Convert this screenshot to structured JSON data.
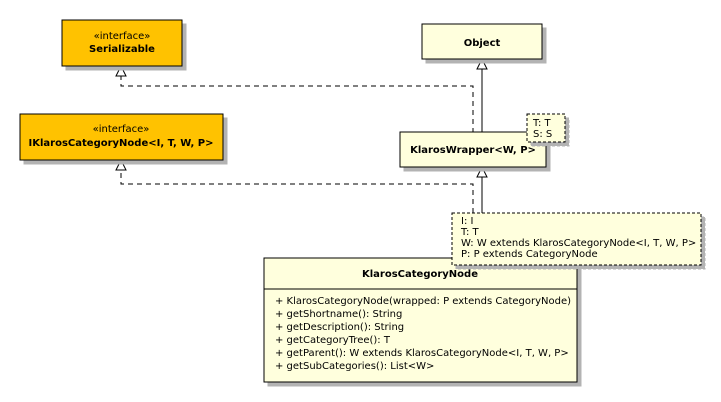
{
  "colors": {
    "interface_fill": "#FFC200",
    "class_fill": "#FFFFDD",
    "stroke": "#000000",
    "shadow": "#B3B3B3"
  },
  "nodes": {
    "serializable": {
      "stereotype": "«interface»",
      "name": "Serializable"
    },
    "iklaros_category_node": {
      "stereotype": "«interface»",
      "name": "IKlarosCategoryNode<I, T, W, P>"
    },
    "object": {
      "name": "Object"
    },
    "klaros_wrapper": {
      "name": "KlarosWrapper<W, P>",
      "type_params": [
        "T: T",
        "S: S"
      ]
    },
    "klaros_category_node": {
      "name": "KlarosCategoryNode",
      "type_params": [
        "I: I",
        "T: T",
        "W: W extends KlarosCategoryNode<I, T, W, P>",
        "P: P extends CategoryNode"
      ],
      "operations": [
        "+ KlarosCategoryNode(wrapped: P extends CategoryNode)",
        "+ getShortname(): String",
        "+ getDescription(): String",
        "+ getCategoryTree(): T",
        "+ getParent(): W extends KlarosCategoryNode<I, T, W, P>",
        "+ getSubCategories(): List<W>"
      ]
    }
  }
}
